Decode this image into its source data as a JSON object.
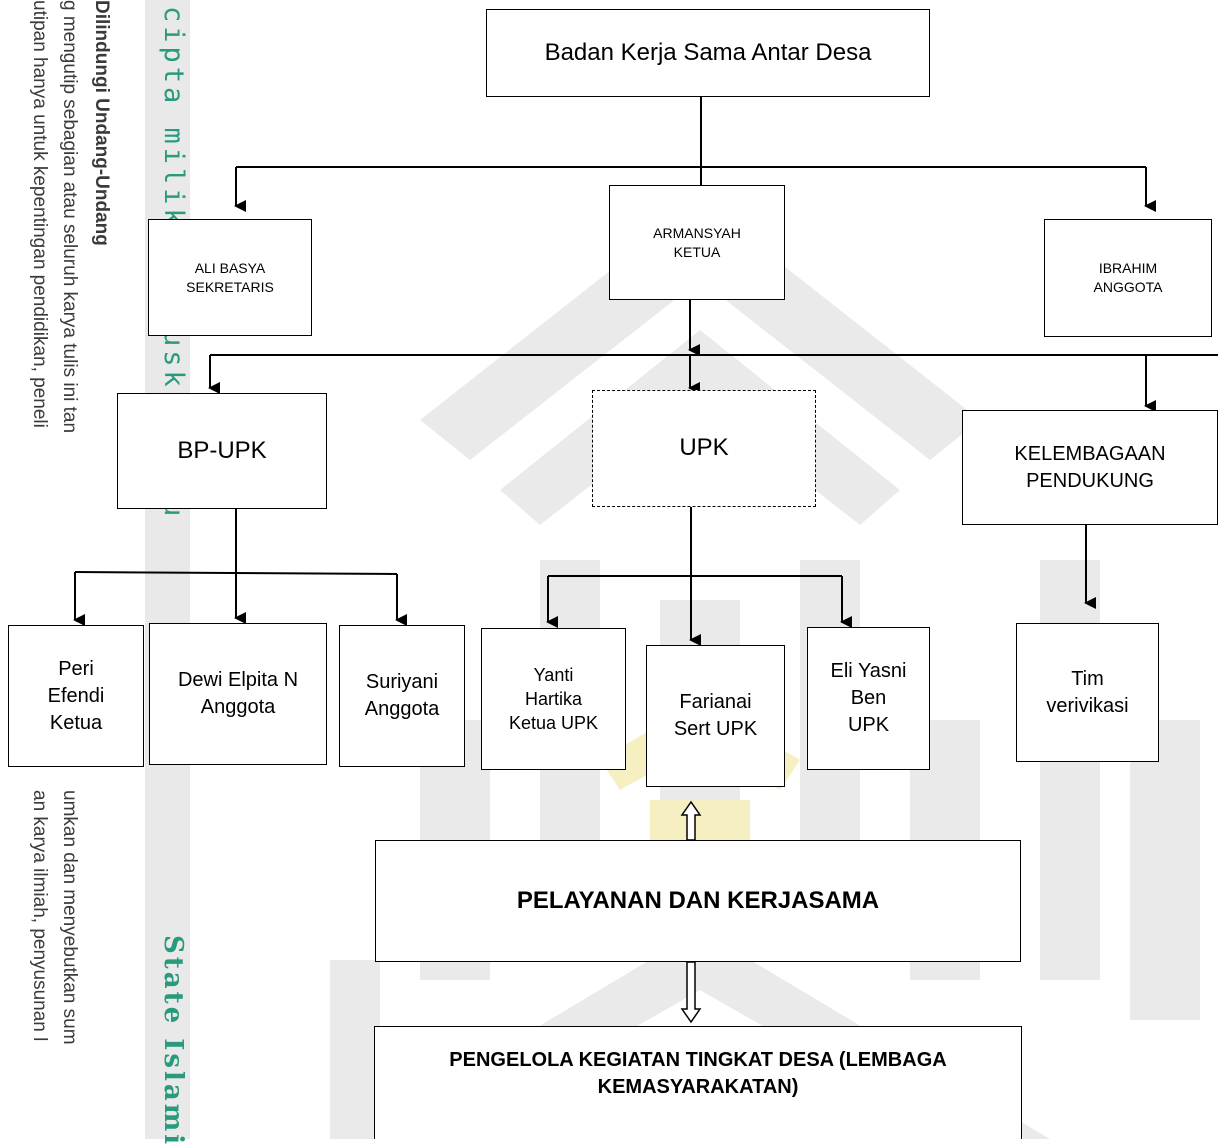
{
  "sidebar": {
    "title": "Dilindungi Undang-Undang",
    "line1": "g mengutip sebagian atau seluruh karya tulis ini tan",
    "line1b": "umkan dan menyebutkan sum",
    "line2": "utipan hanya untuk kepentingan pendidikan, peneli",
    "line2b": "an karya ilmiah, penyusunan l",
    "green_top": "cipta milik",
    "green_mid": "usk",
    "green_u": "u",
    "green_bottom": "State Islami"
  },
  "diagram": {
    "root": "Badan Kerja Sama Antar Desa",
    "armansyah": "ARMANSYAH\nKETUA",
    "ali": "ALI BASYA\nSEKRETARIS",
    "ibrahim": "IBRAHIM\nANGGOTA",
    "bpupk": "BP-UPK",
    "upk": "UPK",
    "kelembagaan": "KELEMBAGAAN\nPENDUKUNG",
    "peri": "Peri\nEfendi\nKetua",
    "dewi": "Dewi Elpita N\nAnggota",
    "suriyani": "Suriyani\nAnggota",
    "yanti": "Yanti\nHartika\nKetua UPK",
    "farianai": "Farianai\nSert UPK",
    "eli": "Eli Yasni\nBen\nUPK",
    "tim": "Tim\nverivikasi",
    "pelayanan": "PELAYANAN DAN KERJASAMA",
    "pengelola": "PENGELOLA KEGIATAN TINGKAT DESA (LEMBAGA\nKEMASYARAKATAN)"
  }
}
